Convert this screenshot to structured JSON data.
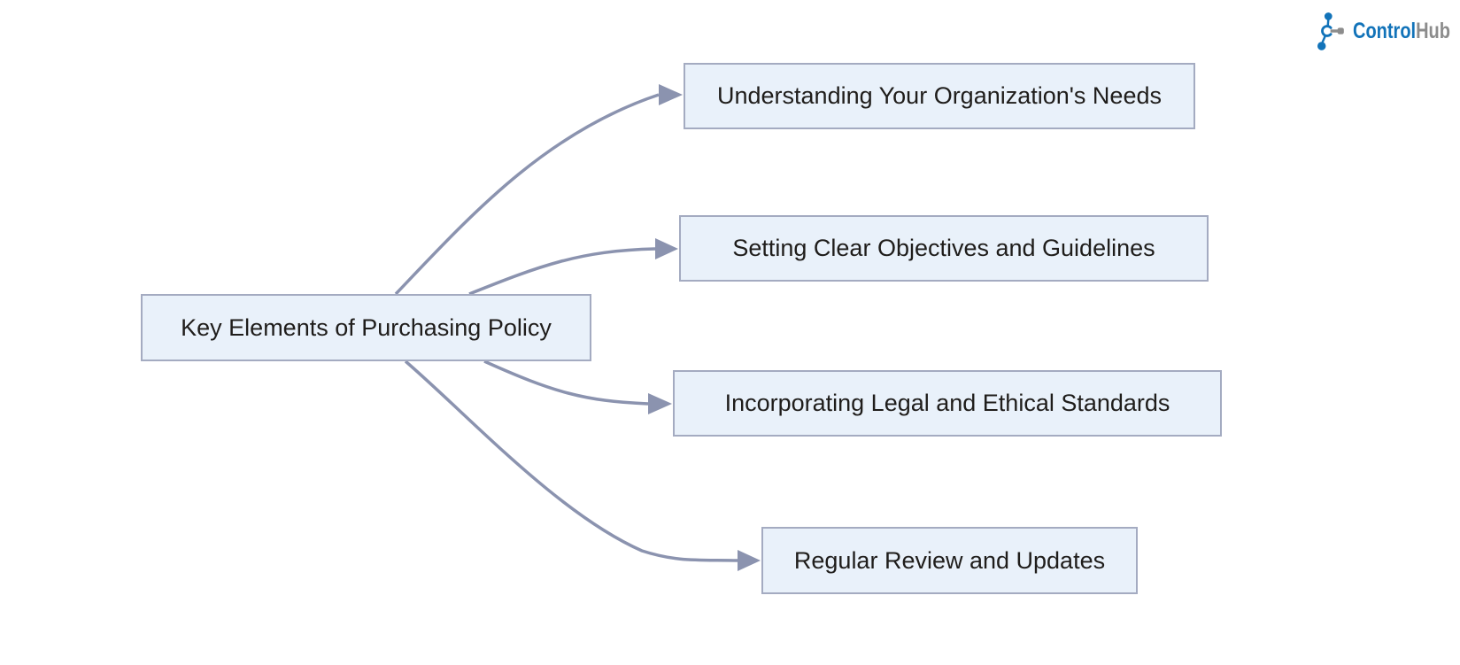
{
  "page": {
    "background_color": "#ffffff"
  },
  "logo": {
    "brand_primary": "Control",
    "brand_secondary": "Hub",
    "primary_color": "#1273b9",
    "secondary_color": "#8c8c8c",
    "icon": "controlhub-molecule-icon"
  },
  "diagram": {
    "type": "flowchart",
    "direction": "left-to-right",
    "root": {
      "id": "root",
      "label": "Key Elements of Purchasing Policy"
    },
    "children": [
      {
        "id": "n1",
        "label": "Understanding Your Organization's Needs"
      },
      {
        "id": "n2",
        "label": "Setting Clear Objectives and Guidelines"
      },
      {
        "id": "n3",
        "label": "Incorporating Legal and Ethical Standards"
      },
      {
        "id": "n4",
        "label": "Regular Review and Updates"
      }
    ],
    "edges": [
      {
        "from": "root",
        "to": "n1"
      },
      {
        "from": "root",
        "to": "n2"
      },
      {
        "from": "root",
        "to": "n3"
      },
      {
        "from": "root",
        "to": "n4"
      }
    ],
    "style": {
      "node_fill": "#e9f1fa",
      "node_border": "#a4abc1",
      "edge_color": "#8b93af",
      "text_color": "#1f1d1b"
    }
  }
}
